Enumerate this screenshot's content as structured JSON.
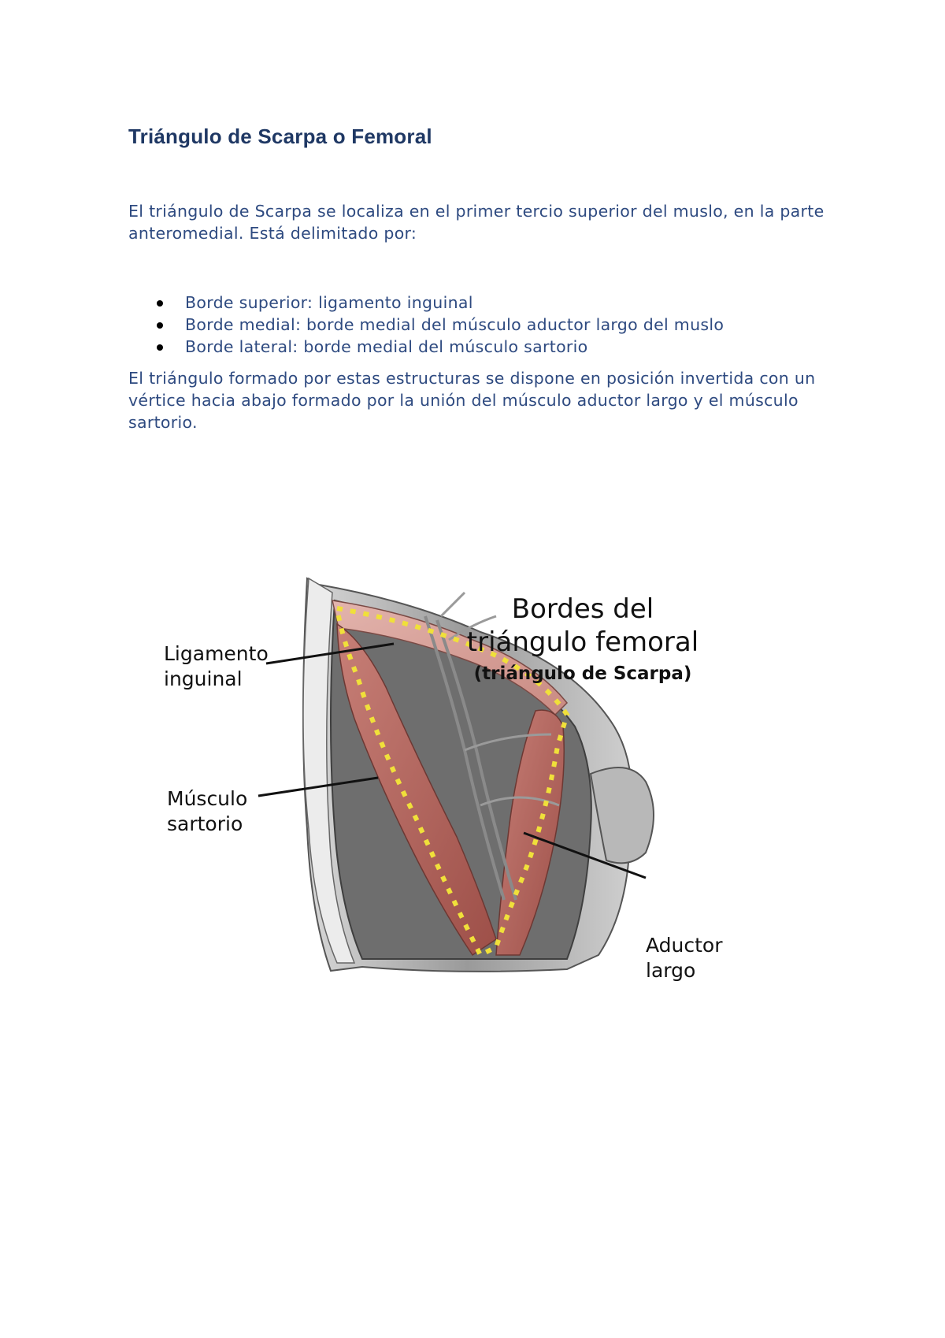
{
  "document": {
    "title": "Triángulo de Scarpa o Femoral",
    "intro": "El triángulo de Scarpa se localiza en el primer tercio superior del muslo, en la parte anteromedial. Está delimitado por:",
    "borders": [
      "Borde superior: ligamento inguinal",
      "Borde medial: borde medial del músculo aductor largo del muslo",
      "Borde lateral: borde medial del músculo sartorio"
    ],
    "description": "El triángulo formado por estas estructuras se dispone en posición invertida con un vértice hacia abajo formado por la unión del músculo aductor largo y el músculo sartorio."
  },
  "figure": {
    "title_line1": "Bordes del",
    "title_line2": "triángulo femoral",
    "subtitle": "(triángulo de Scarpa)",
    "labels": {
      "ligamento_1": "Ligamento",
      "ligamento_2": "inguinal",
      "musculo_1": "Músculo",
      "musculo_2": "sartorio",
      "aductor_1": "Aductor",
      "aductor_2": "largo"
    },
    "colors": {
      "muscle": "#b5645c",
      "triangle_outline": "#f0e03a"
    }
  }
}
